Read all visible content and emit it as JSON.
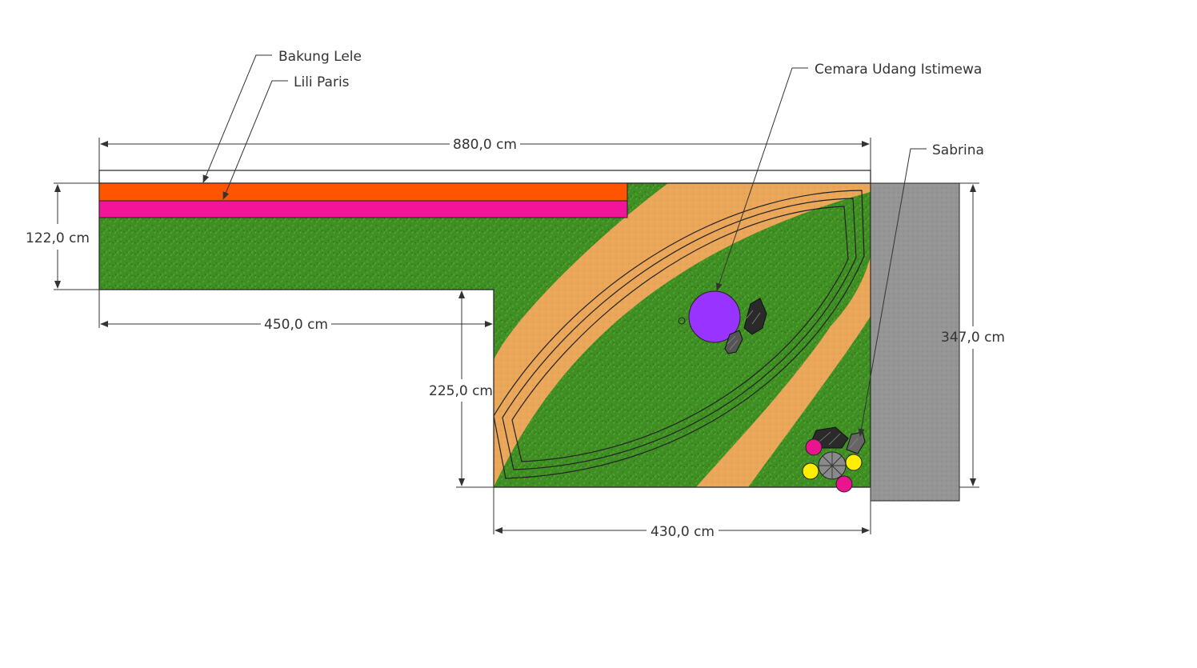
{
  "labels": {
    "bakung": "Bakung Lele",
    "lili": "Lili Paris",
    "cemara": "Cemara Udang Istimewa",
    "sabrina": "Sabrina"
  },
  "dimensions": {
    "top_width": "880,0 cm",
    "left_height": "122,0 cm",
    "inner_width": "450,0 cm",
    "inner_height": "225,0 cm",
    "right_height": "347,0 cm",
    "bottom_width": "430,0 cm"
  },
  "colors": {
    "grass": "#3f8f24",
    "path": "#eaa659",
    "bakung": "#ff5500",
    "lili": "#f2159a",
    "concrete": "#959595",
    "cemara": "#9933ff",
    "flower_pink": "#e8158f",
    "flower_yellow": "#ffee00"
  }
}
